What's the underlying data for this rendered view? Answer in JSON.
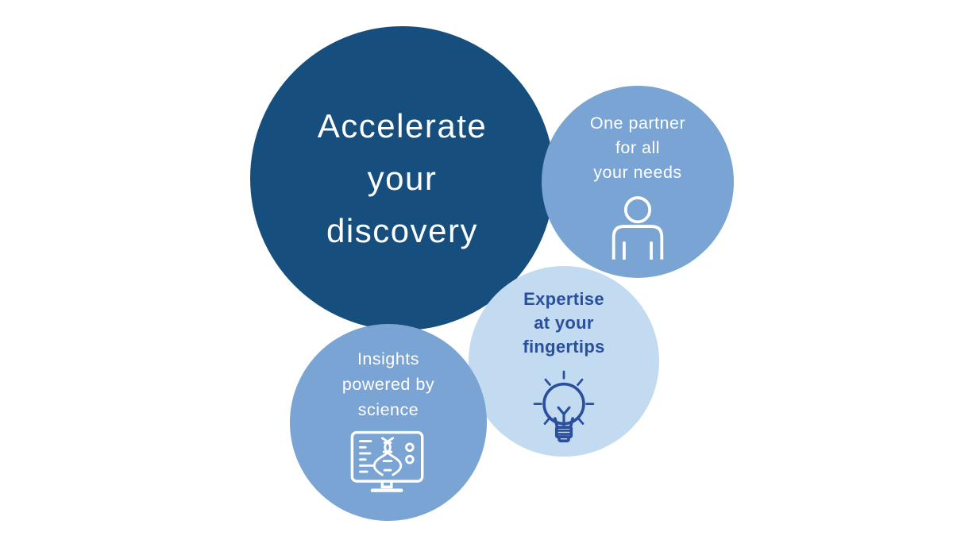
{
  "diagram": {
    "title": "Accelerate your discovery",
    "colors": {
      "dark_navy": "#164F7E",
      "medium_blue": "#7AA4D3",
      "pale_blue": "#C2DBF1",
      "accent_blue": "#2A4F9C",
      "white": "#FFFFFF"
    },
    "circles": {
      "main": {
        "lines": [
          "Accelerate",
          "your",
          "discovery"
        ]
      },
      "partner": {
        "lines": [
          "One partner",
          "for all",
          "your needs"
        ],
        "icon": "person-icon"
      },
      "expertise": {
        "lines": [
          "Expertise",
          "at your",
          "fingertips"
        ],
        "icon": "lightbulb-icon"
      },
      "insights": {
        "lines": [
          "Insights",
          "powered by",
          "science"
        ],
        "icon": "monitor-dna-icon"
      }
    }
  }
}
